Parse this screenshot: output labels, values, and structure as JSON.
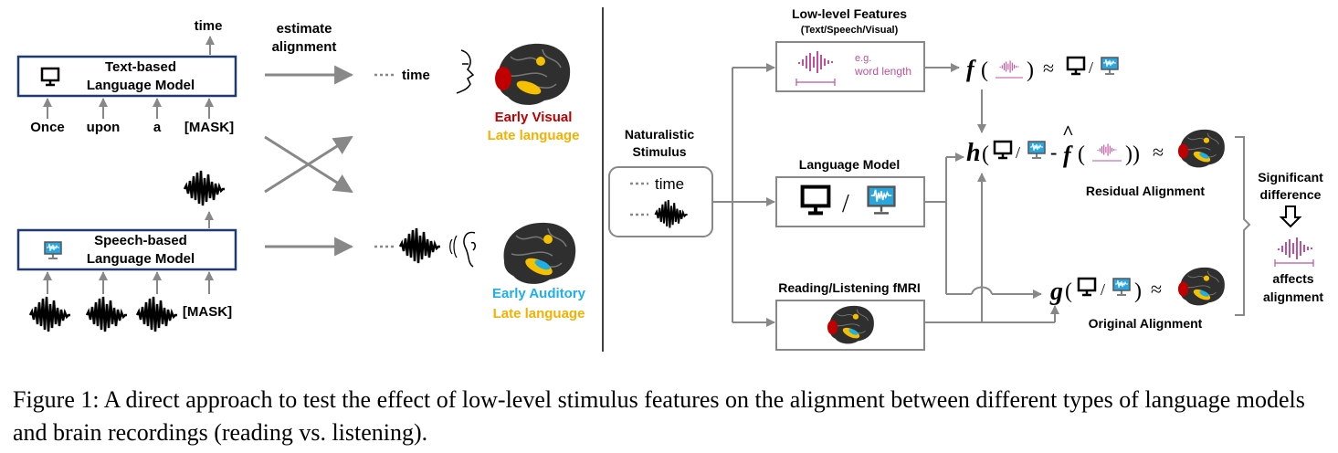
{
  "left": {
    "time_top": "time",
    "estimate_alignment": [
      "estimate",
      "alignment"
    ],
    "text_model": [
      "Text-based",
      "Language Model"
    ],
    "text_tokens": [
      "Once",
      "upon",
      "a",
      "[MASK]"
    ],
    "speech_model": [
      "Speech-based",
      "Language Model"
    ],
    "speech_mask": "[MASK]",
    "time_mid": "time",
    "early_visual": "Early Visual",
    "late_language_1": "Late language",
    "early_auditory": "Early Auditory",
    "late_language_2": "Late language"
  },
  "right": {
    "low_level_title": "Low-level Features",
    "low_level_sub": "(Text/Speech/Visual)",
    "eg": "e.g.",
    "word_length": "word length",
    "naturalistic": [
      "Naturalistic",
      "Stimulus"
    ],
    "time": "time",
    "language_model": "Language Model",
    "fmri": "Reading/Listening fMRI",
    "f_expr": "f",
    "h_expr": "h",
    "g_expr": "g",
    "residual_alignment": "Residual Alignment",
    "original_alignment": "Original Alignment",
    "significant": [
      "Significant",
      "difference"
    ],
    "affects": [
      "affects",
      "alignment"
    ]
  },
  "caption": "Figure 1: A direct approach to test the effect of low-level stimulus features on the alignment between different types of language models and brain recordings (reading vs. listening).",
  "colors": {
    "box_blue": "#1f3a73",
    "arrow_gray": "#888888",
    "early_visual_red": "#c00000",
    "late_language_yellow": "#f5c000",
    "early_auditory_blue": "#1eaee8",
    "spectro_pink": "#c0509a",
    "brain_dark": "#2e2e2e"
  }
}
